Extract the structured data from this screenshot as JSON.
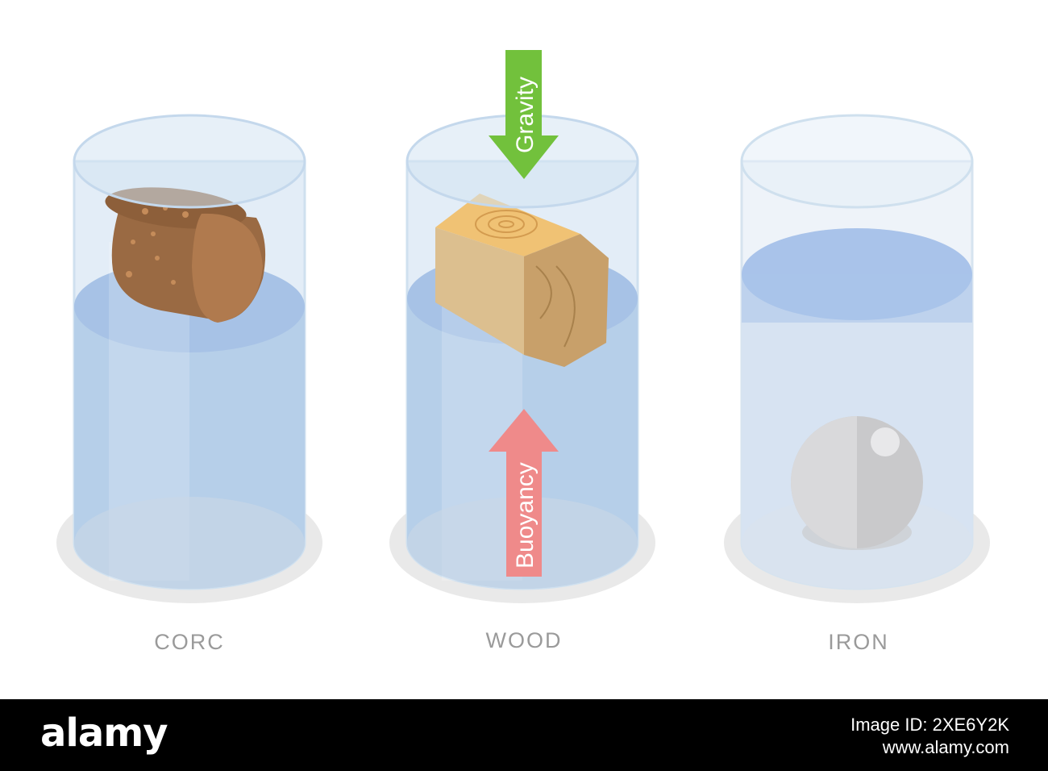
{
  "labels": {
    "cork": "CORC",
    "wood": "WOOD",
    "iron": "IRON"
  },
  "forces": {
    "down": "Gravity",
    "up": "Buoyancy"
  },
  "watermark": "alamy",
  "footer": {
    "logo": "alamy",
    "image_id": "Image ID: 2XE6Y2K",
    "url": "www.alamy.com"
  },
  "colors": {
    "gravity_arrow": "#6fc23a",
    "buoyancy_arrow": "#ef8888",
    "water": "#a9c6e8",
    "glass": "#dce9f5",
    "cork": "#a06f45",
    "wood": "#e2bf7c",
    "iron": "#c9c9cb"
  }
}
